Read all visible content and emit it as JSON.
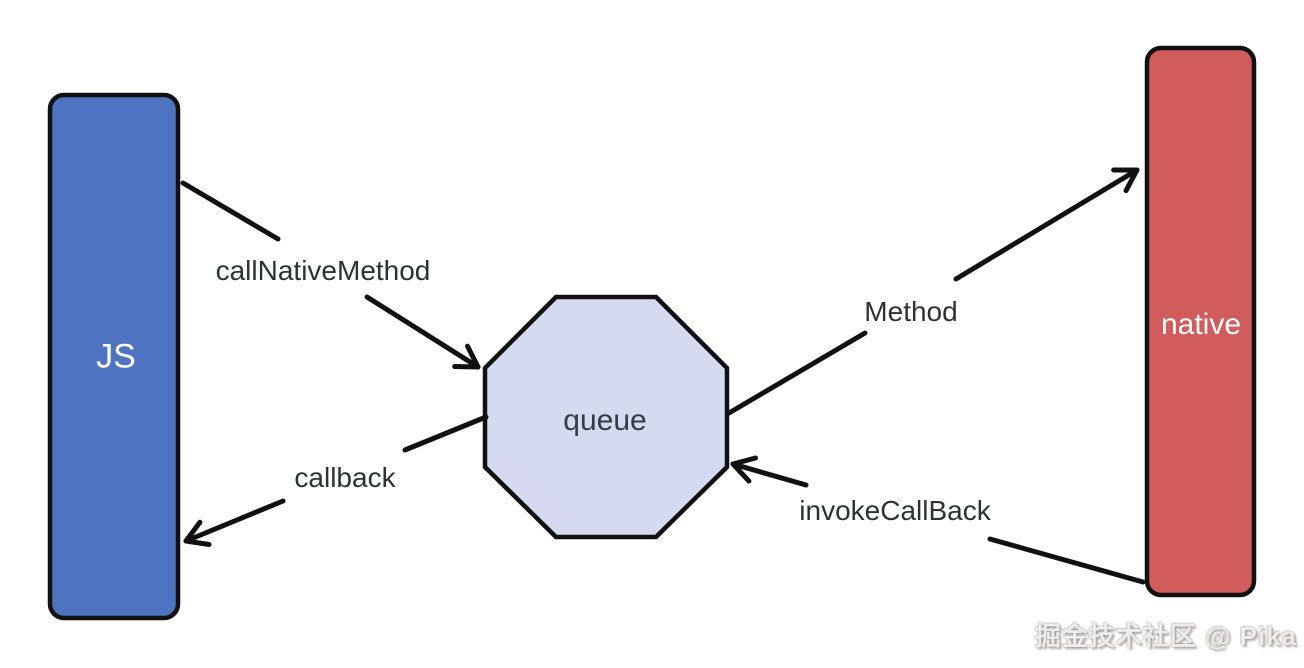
{
  "diagram": {
    "nodes": {
      "js": {
        "label": "JS",
        "shape": "rounded-rect",
        "fill": "#4E74C1",
        "text_color": "#FFFFFF"
      },
      "queue": {
        "label": "queue",
        "shape": "octagon",
        "fill": "#D6DAF1",
        "text_color": "#363B44"
      },
      "native": {
        "label": "native",
        "shape": "rounded-rect",
        "fill": "#D05C5C",
        "text_color": "#FFFFFF"
      }
    },
    "edges": [
      {
        "label": "callNativeMethod",
        "from": "js",
        "to": "queue"
      },
      {
        "label": "callback",
        "from": "queue",
        "to": "js"
      },
      {
        "label": "Method",
        "from": "queue",
        "to": "native"
      },
      {
        "label": "invokeCallBack",
        "from": "native",
        "to": "queue"
      }
    ],
    "stroke_color": "#111111",
    "edge_label_color": "#2E3237"
  },
  "watermark": {
    "text": "掘金技术社区 @ Pika",
    "color": "#EFEDEA"
  }
}
